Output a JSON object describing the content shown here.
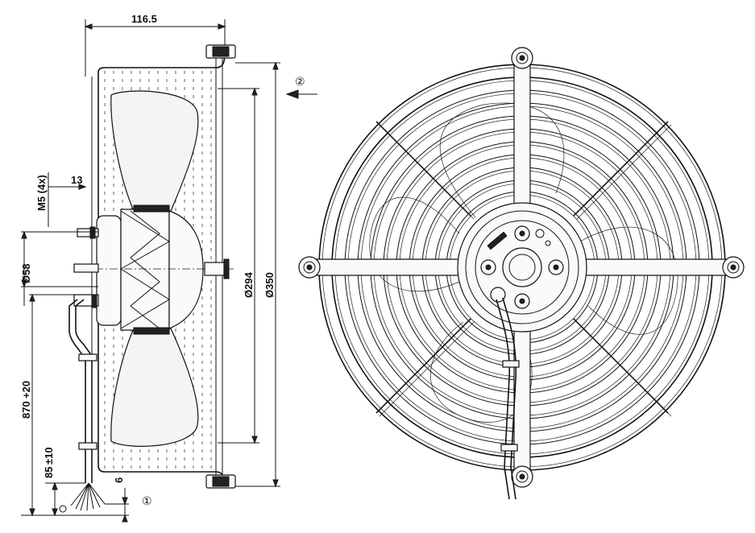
{
  "dimensions": {
    "depth": "116.5",
    "screw": "M5 (4x)",
    "screw_depth": "13",
    "hub_dia": "Ø58",
    "blade_dia": "Ø294",
    "guard_dia": "Ø350",
    "cable_length": "870",
    "cable_length_tol": "+20",
    "strip_length": "85",
    "strip_length_tol": "±10",
    "wire_end": "6"
  },
  "callouts": {
    "cable": "①",
    "airflow": "②"
  },
  "colors": {
    "line": "#111111",
    "background": "#ffffff"
  }
}
